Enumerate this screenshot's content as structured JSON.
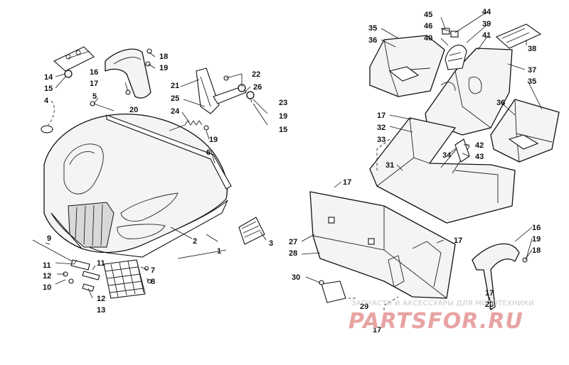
{
  "watermark": {
    "line1": "ЗАПЧАСТИ И АКСЕССУАРЫ ДЛЯ МОТОТЕХНИКИ",
    "line2": "PARTSFOR.RU"
  },
  "callouts": {
    "c1": "1",
    "c2": "2",
    "c3": "3",
    "c4": "4",
    "c5": "5",
    "c6": "6",
    "c7": "7",
    "c8": "8",
    "c9": "9",
    "c10": "10",
    "c11a": "11",
    "c11b": "11",
    "c12a": "12",
    "c12b": "12",
    "c13": "13",
    "c14": "14",
    "c15a": "15",
    "c15b": "15",
    "c16a": "16",
    "c16b": "16",
    "c17a": "17",
    "c17b": "17",
    "c17c": "17",
    "c17d": "17",
    "c17e": "17",
    "c17f": "17",
    "c18a": "18",
    "c18b": "18",
    "c19a": "19",
    "c19b": "19",
    "c19c": "19",
    "c19d": "19",
    "c20a": "20",
    "c20b": "20",
    "c21": "21",
    "c22": "22",
    "c23": "23",
    "c24": "24",
    "c25": "25",
    "c26": "26",
    "c27": "27",
    "c28": "28",
    "c29": "29",
    "c30": "30",
    "c31": "31",
    "c32": "32",
    "c33": "33",
    "c34": "34",
    "c35a": "35",
    "c35b": "35",
    "c36a": "36",
    "c36b": "36",
    "c37": "37",
    "c38": "38",
    "c39": "39",
    "c40": "40",
    "c41": "41",
    "c42": "42",
    "c43": "43",
    "c44": "44",
    "c45": "45",
    "c46": "46"
  }
}
